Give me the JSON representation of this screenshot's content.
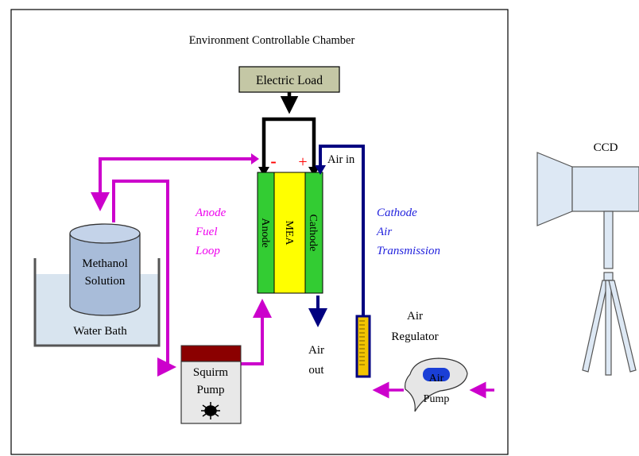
{
  "chamber": {
    "title": "Environment Controllable Chamber"
  },
  "electric_load": {
    "label": "Electric Load"
  },
  "terminals": {
    "negative": "-",
    "positive": "+"
  },
  "fuel_cell": {
    "anode": "Anode",
    "mea": "MEA",
    "cathode": "Cathode"
  },
  "labels": {
    "air_in": "Air in",
    "anode_loop": [
      "Anode",
      "Fuel",
      "Loop"
    ],
    "cathode_air": [
      "Cathode",
      "Air",
      "Transmission"
    ],
    "air_out": [
      "Air",
      "out"
    ],
    "air_regulator": [
      "Air",
      "Regulator"
    ]
  },
  "tank": {
    "label": [
      "Methanol",
      "Solution"
    ]
  },
  "water_bath": {
    "label": "Water Bath"
  },
  "squirm_pump": {
    "label": [
      "Squirm",
      "Pump"
    ]
  },
  "air_pump": {
    "label": [
      "Air",
      "Pump"
    ]
  },
  "ccd": {
    "label": "CCD"
  },
  "colors": {
    "fuel_loop": "#cc00cc",
    "air_line": "#000080",
    "anode_fill": "#33cc33",
    "mea_fill": "#ffff00",
    "electric_load_fill": "#c4c7a5",
    "pump_top": "#8b0000",
    "fuel_loop_text": "#ee00ee",
    "cathode_text": "#2222dd",
    "terminal": "#ff0000"
  }
}
